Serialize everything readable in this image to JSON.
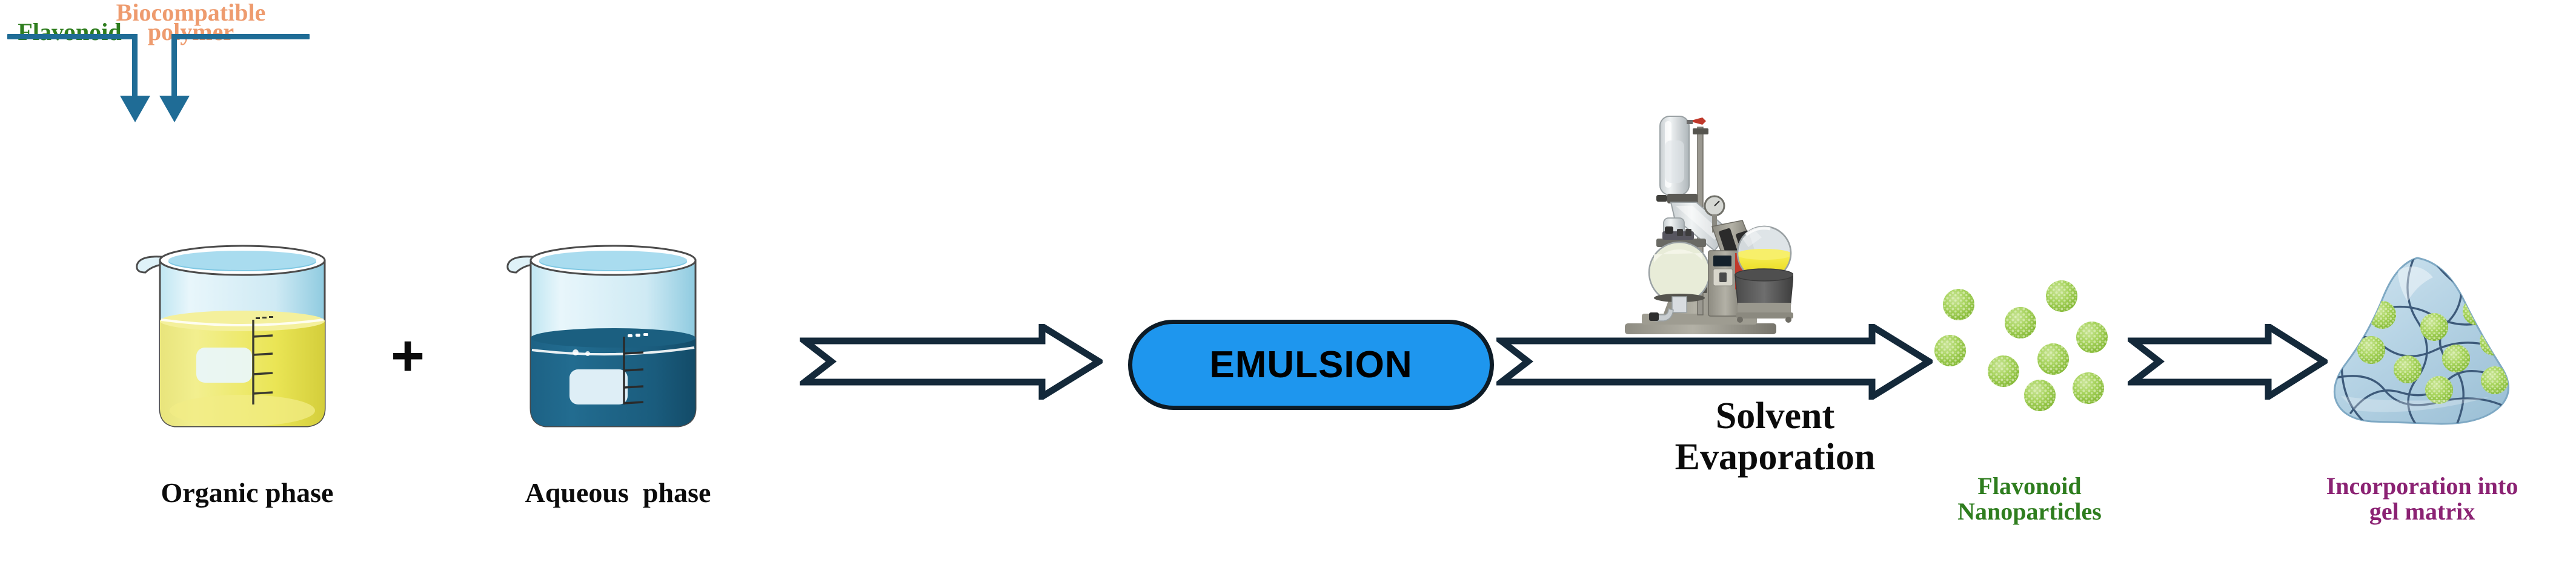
{
  "figure": {
    "type": "process-flow-diagram",
    "title_visible": false,
    "background": "#ffffff"
  },
  "colors": {
    "flavonoid_green": "#2E7D1E",
    "polymer_salmon": "#EE9B6E",
    "feed_line_blue": "#1F6C96",
    "arrow_navy": "#14293a",
    "emulsion_blue": "#1E96EE",
    "organic_yellow": "#EDE86A",
    "aqueous_teal": "#1C6182",
    "glass_blue": "#A8DCEC",
    "nanoparticle_green": "#9ACD5A",
    "gel_blue": "#B6D3E4",
    "gel_matrix_purple": "#8B2273",
    "black_text": "#0b0b0b"
  },
  "inputs": [
    {
      "id": "flavonoid",
      "label": "Flavonoid",
      "color": "#2E7D1E"
    },
    {
      "id": "polymer",
      "label": "Biocompatible\npolymer",
      "line1": "Biocompatible",
      "line2": "polymer",
      "color": "#EE9B6E"
    }
  ],
  "beakers": [
    {
      "id": "organic",
      "caption": "Organic phase",
      "liquid_color": "#EDE86A",
      "liquid_name": "yellow",
      "fill_level": "high",
      "graduations": 4
    },
    {
      "id": "aqueous",
      "caption": "Aqueous  phase",
      "liquid_color": "#1C6182",
      "liquid_name": "dark teal blue",
      "fill_level": "medium",
      "graduations": 4
    }
  ],
  "operator": {
    "symbol": "+",
    "name": "plus-sign"
  },
  "steps": [
    {
      "id": "step-1",
      "arrow": "block-arrow-right",
      "label": ""
    },
    {
      "id": "emulsion",
      "node": "pill",
      "label": "EMULSION"
    },
    {
      "id": "step-2",
      "arrow": "block-arrow-right",
      "label": "Solvent\nEvaporation",
      "line1": "Solvent",
      "line2": "Evaporation"
    },
    {
      "id": "step-3",
      "arrow": "block-arrow-right",
      "label": ""
    }
  ],
  "equipment": {
    "id": "rotary-evaporator",
    "name": "rotary evaporator",
    "flask_liquid_color": "#F2E30C",
    "has_control_panel": true,
    "has_water_bath": true
  },
  "products": [
    {
      "id": "nanoparticles",
      "caption_line1": "Flavonoid",
      "caption_line2": "Nanoparticles",
      "caption": "Flavonoid\nNanoparticles",
      "color": "#9ACD5A",
      "count": 9
    },
    {
      "id": "gel",
      "caption_line1": "Incorporation into",
      "caption_line2": "gel matrix",
      "caption": "Incorporation into\ngel matrix",
      "color": "#8B2273",
      "embedded_particle_count": 9
    }
  ]
}
